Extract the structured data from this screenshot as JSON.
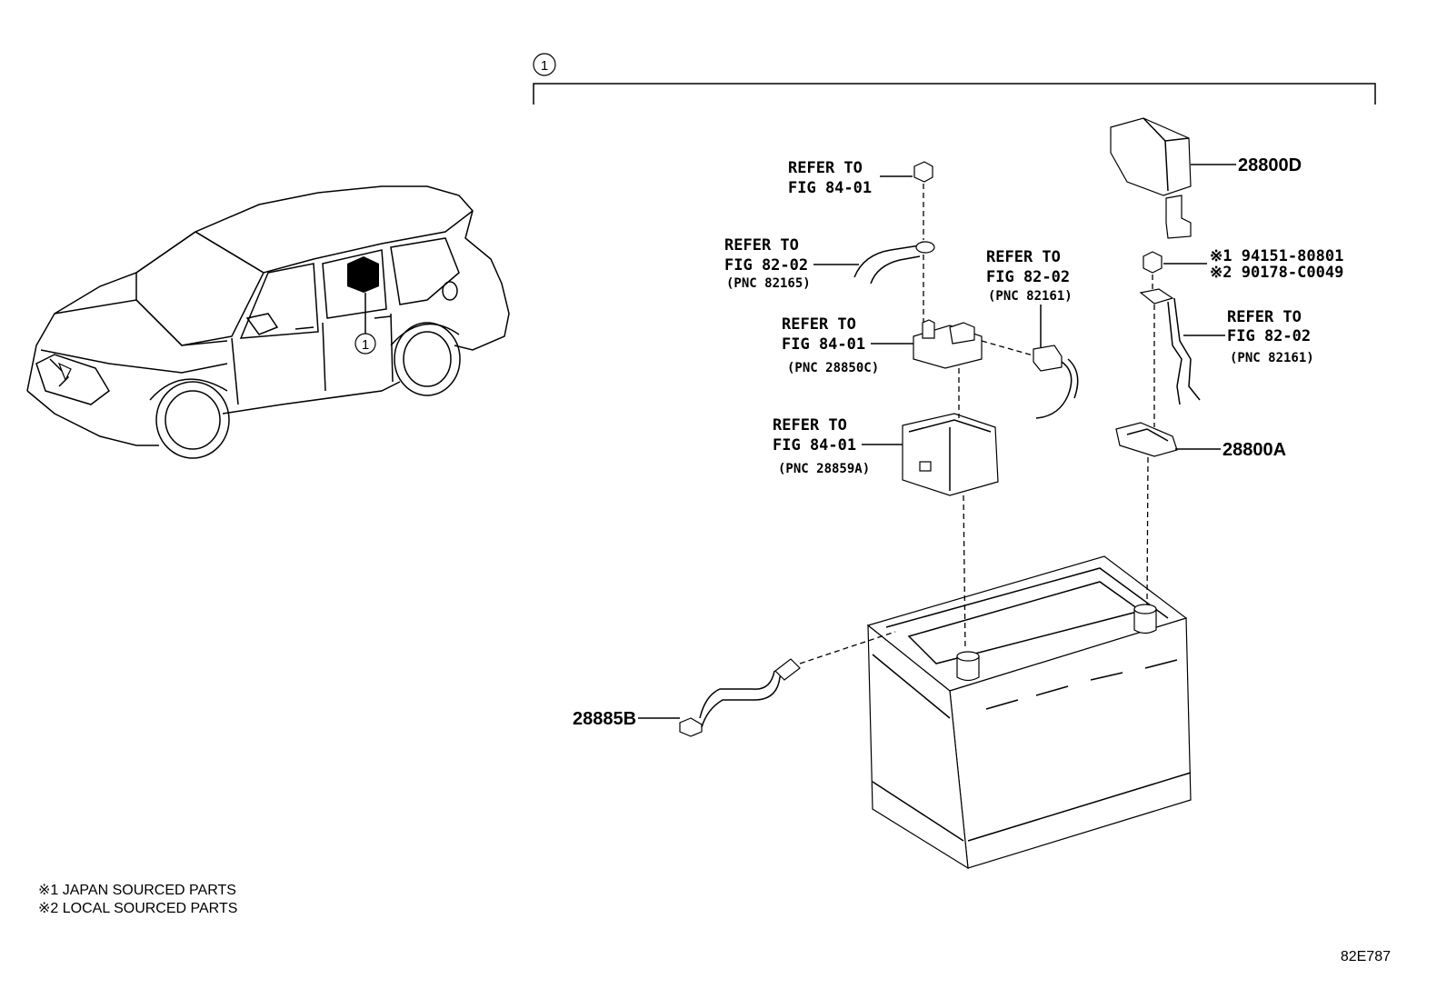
{
  "callout": {
    "number": "1"
  },
  "refs": [
    {
      "line1": "REFER TO",
      "line2": "FIG 84-01",
      "pnc": ""
    },
    {
      "line1": "REFER TO",
      "line2": "FIG 82-02",
      "pnc": "(PNC 82165)"
    },
    {
      "line1": "REFER TO",
      "line2": "FIG 82-02",
      "pnc": "(PNC 82161)"
    },
    {
      "line1": "REFER TO",
      "line2": "FIG 84-01",
      "pnc": "(PNC 28850C)"
    },
    {
      "line1": "REFER TO",
      "line2": "FIG 84-01",
      "pnc": "(PNC 28859A)"
    },
    {
      "line1": "REFER TO",
      "line2": "FIG 82-02",
      "pnc": "(PNC 82161)"
    }
  ],
  "parts": {
    "p28800D": "28800D",
    "p28800A": "28800A",
    "p28885B": "28885B",
    "nut1": "※1 94151-80801",
    "nut2": "※2 90178-C0049"
  },
  "notes": {
    "note1": "※1 JAPAN SOURCED PARTS",
    "note2": "※2 LOCAL SOURCED PARTS"
  },
  "diagram_code": "82E787"
}
